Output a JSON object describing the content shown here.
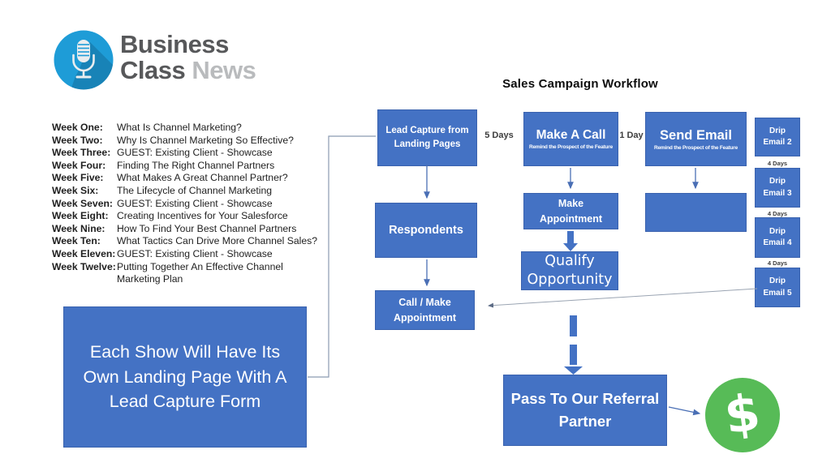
{
  "slide": {
    "background": "#FFFFFF"
  },
  "logo": {
    "icon": "microphone",
    "brand_line1": "Business",
    "brand_line2_dark": "Class",
    "brand_line2_light": "News",
    "circle_color": "#1E9CD7",
    "text_dark_color": "#57585A",
    "text_light_color": "#B9BBBD"
  },
  "schedule": {
    "items": [
      {
        "label": "Week One:",
        "text": "What Is Channel Marketing?"
      },
      {
        "label": "Week Two:",
        "text": "Why Is Channel Marketing So Effective?"
      },
      {
        "label": "Week Three:",
        "text": "GUEST: Existing Client - Showcase"
      },
      {
        "label": "Week Four:",
        "text": "Finding The Right Channel Partners"
      },
      {
        "label": "Week Five:",
        "text": "What Makes A Great Channel Partner?"
      },
      {
        "label": "Week Six:",
        "text": "The Lifecycle of Channel Marketing"
      },
      {
        "label": "Week Seven:",
        "text": "GUEST: Existing Client - Showcase"
      },
      {
        "label": "Week Eight:",
        "text": "Creating Incentives for Your Salesforce"
      },
      {
        "label": "Week Nine:",
        "text": "How To Find Your Best Channel Partners"
      },
      {
        "label": "Week Ten:",
        "text": "What Tactics Can Drive More Channel Sales?"
      },
      {
        "label": "Week Eleven:",
        "text": "GUEST: Existing Client - Showcase"
      },
      {
        "label": "Week Twelve:",
        "text": "Putting Together An Effective Channel Marketing Plan"
      }
    ]
  },
  "callout": {
    "text": "Each Show Will Have Its Own Landing Page With A Lead Capture Form",
    "fill": "#4472C4"
  },
  "workflow": {
    "title": "Sales Campaign Workflow",
    "box_fill": "#4472C4",
    "box_border": "#3A62AE",
    "nodes": {
      "lead_capture": "Lead Capture from Landing Pages",
      "respondents": "Respondents",
      "call_make_left": "Call / Make Appointment",
      "make_call_title": "Make A Call",
      "make_call_subtitle": "Remind the Prospect of the Feature",
      "make_appointment": "Make Appointment",
      "qualify_opportunity": "Qualify Opportunity",
      "send_email_title": "Send Email",
      "send_email_subtitle": "Remind the Prospect of the Feature",
      "pass_referral": "Pass To Our Referral Partner"
    },
    "drip_emails": [
      "Drip Email 2",
      "Drip Email 3",
      "Drip Email 4",
      "Drip Email 5"
    ],
    "labels": {
      "five_days": "5 Days",
      "one_day": "1 Day",
      "four_days": "4 Days"
    },
    "dollar_sign": "$",
    "dollar_color": "#57BB57"
  }
}
